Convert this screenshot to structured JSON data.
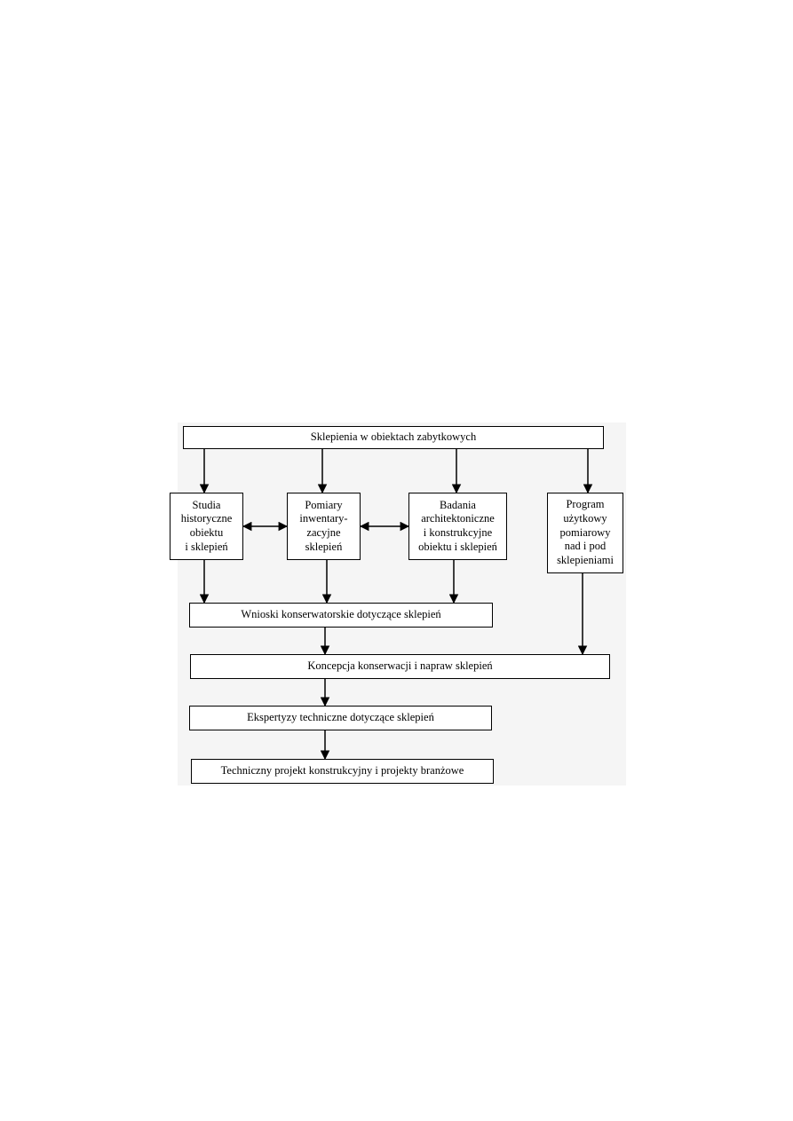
{
  "diagram": {
    "top": "Sklepienia w obiektach zabytkowych",
    "studia": "Studia\nhistoryczne\nobiektu\ni sklepień",
    "pomiary": "Pomiary\ninwentary-\nzacyjne\nsklepień",
    "badania": "Badania\narchitektoniczne\ni konstrukcyjne\nobiektu i sklepień",
    "program": "Program\nużytkowy\npomiarowy\nnad i pod\nsklepieniami",
    "wnioski": "Wnioski konserwatorskie dotyczące sklepień",
    "koncepcja": "Koncepcja konserwacji i napraw sklepień",
    "ekspertyzy": "Ekspertyzy techniczne dotyczące sklepień",
    "projekt": "Techniczny projekt konstrukcyjny i projekty branżowe"
  }
}
